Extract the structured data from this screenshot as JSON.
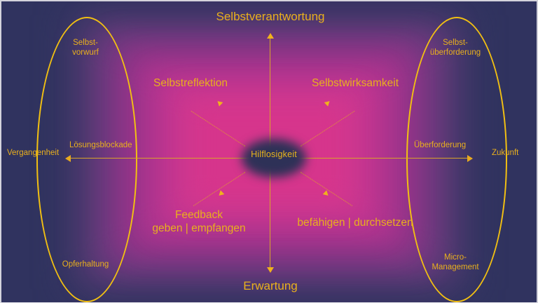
{
  "diagram": {
    "title_top": "Selbstverantwortung",
    "title_bottom": "Erwartung",
    "center_node": "Hilflosigkeit",
    "axis": {
      "left_end": "Vergangenheit",
      "right_end": "Zukunft",
      "left_inner": "Lösungsblockade",
      "right_inner": "Überforderung"
    },
    "left_ellipse": {
      "top_label": "Selbst-\nvorwurf",
      "top_line1": "Selbst-",
      "top_line2": "vorwurf",
      "bottom_label": "Opferhaltung"
    },
    "right_ellipse": {
      "top_line1": "Selbst-",
      "top_line2": "überforderung",
      "bottom_line1": "Micro-",
      "bottom_line2": "Management"
    },
    "quadrants": [
      {
        "id": "top-left",
        "label": "Selbstreflektion"
      },
      {
        "id": "top-right",
        "label": "Selbstwirksamkeit"
      },
      {
        "id": "bottom-left",
        "line1": "Feedback",
        "line2": "geben | empfangen"
      },
      {
        "id": "bottom-right",
        "label": "befähigen | durchsetzen"
      }
    ],
    "colors": {
      "background": "#30335f",
      "accent_yellow": "#e9b01d",
      "ellipse_stroke": "#f2c012",
      "glow_magenta": "#d6358c",
      "glow_purple": "#6d3a7f",
      "center_blob": "#2e3157"
    }
  }
}
